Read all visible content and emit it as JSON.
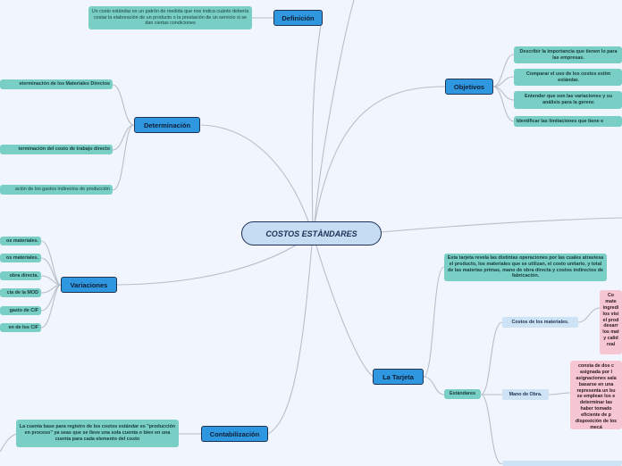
{
  "central": "COSTOS ESTÀNDARES",
  "definicion": {
    "label": "Definición",
    "text": "Un costo estándar es un patrón de medida que nos indica cuánto debería costar la elaboración de un producto o la prestación de un servicio si se dan ciertas condiciones"
  },
  "determinacion": {
    "label": "Determinación",
    "items": [
      "eterminación de los Materiales Directos",
      "terminación del costo de trabajo directo",
      "ación de los gastos indirectos de producción"
    ]
  },
  "variaciones": {
    "label": "Variaciones",
    "items": [
      "os materiales.",
      "os materiales.",
      "obra directa.",
      "cia de la MOD",
      "gasto de CIF",
      "en de los CIF"
    ]
  },
  "contabilizacion": {
    "label": "Contabilización",
    "text": "La cuenta base para registro de los costos estándar es \"producción en proceso\" ya seas que se lleve una sola cuenta o bien en una cuenta para cada elemento del costo"
  },
  "objetivos": {
    "label": "Objetivos",
    "items": [
      "Describir la importancia que tienen lo para las empresas.",
      "Comparar el uso de los costos estim estándar.",
      "Entender que son las variaciones y su análisis para la gerenc",
      "Identificar las limitaciones que tiene e"
    ]
  },
  "tarjeta": {
    "label": "La Tarjeta",
    "text": "Esta tarjeta revela las distintas operaciones por las cuales atraviesa el producto, los materiales que se utilizan, el costo unitario, y total de las materias primas, mano de obra directa y costos indirectos de fabricación.",
    "estandares": "Estándares",
    "costos_materiales": "Costos de los materiales.",
    "mano_obra": "Mano de Obra.",
    "pink1": "Co\nmate\ningredi\nlos visi\nel prod\ndesarr\nlos mat\ny calid\nreal",
    "pink2": "consta de dos c\nasignada por l\nasignaciones sala\nbasarse en una\nrepresenta un bu\nse emplean los e\ndeterminar las\nhaber tomado\neficiente de p\ndisposición de los\nmecá"
  }
}
